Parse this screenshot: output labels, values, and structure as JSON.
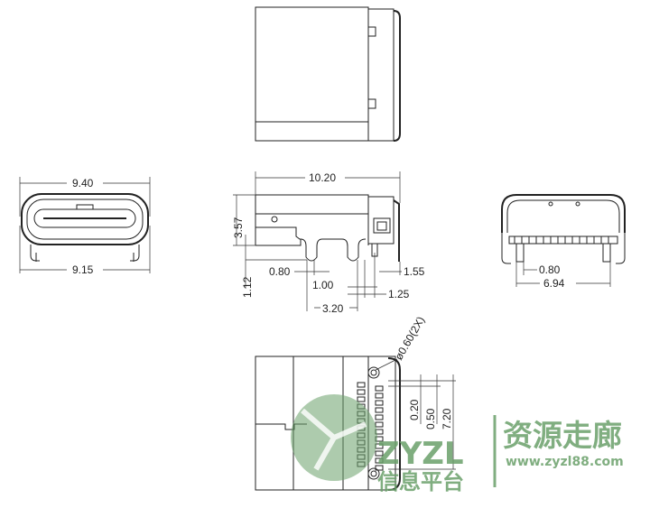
{
  "drawing": {
    "front_view": {
      "top_width": "9.40",
      "bottom_width": "9.15"
    },
    "side_view": {
      "length": "10.20",
      "height": "3.57",
      "leg_height": "1.12",
      "pin_width_a": "0.80",
      "pin_width_b": "1.00",
      "pin_offset_a": "1.55",
      "pin_offset_b": "1.25",
      "pin_spacing": "3.20",
      "hole_diameter": "ø0.60(2X)"
    },
    "rear_view": {
      "pin_width": "0.80",
      "pin_span": "6.94"
    },
    "bottom_view": {
      "pitch_a": "0.20",
      "pitch_b": "0.50",
      "span": "7.20"
    }
  },
  "watermark": {
    "brand": "ZYZL",
    "subtitle": "信息平台",
    "title": "资源走廊",
    "url": "www.zyzl88.com"
  },
  "colors": {
    "line": "#222222",
    "watermark": "#6aa06a"
  }
}
